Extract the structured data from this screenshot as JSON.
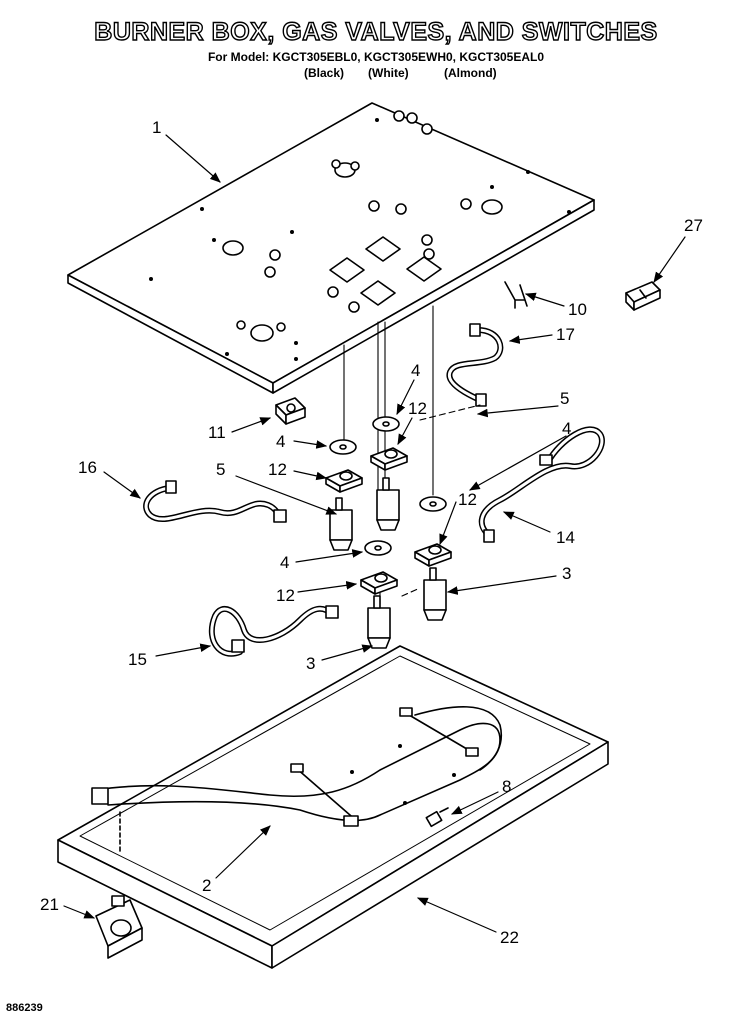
{
  "header": {
    "title": "BURNER BOX, GAS VALVES, AND SWITCHES",
    "models_line": "For Model: KGCT305EBL0, KGCT305EWH0, KGCT305EAL0",
    "color_black": "(Black)",
    "color_white": "(White)",
    "color_almond": "(Almond)"
  },
  "callouts": {
    "c1": "1",
    "c27": "27",
    "c10": "10",
    "c17": "17",
    "c4a": "4",
    "c12a": "12",
    "c5a": "5",
    "c4b": "4",
    "c11": "11",
    "c4c": "4",
    "c12b": "12",
    "c5b": "5",
    "c16": "16",
    "c12c": "12",
    "c14": "14",
    "c4d": "4",
    "c3a": "3",
    "c12d": "12",
    "c15": "15",
    "c3b": "3",
    "c8": "8",
    "c2": "2",
    "c21": "21",
    "c22": "22"
  },
  "footer": {
    "diagram_code": "886239"
  }
}
